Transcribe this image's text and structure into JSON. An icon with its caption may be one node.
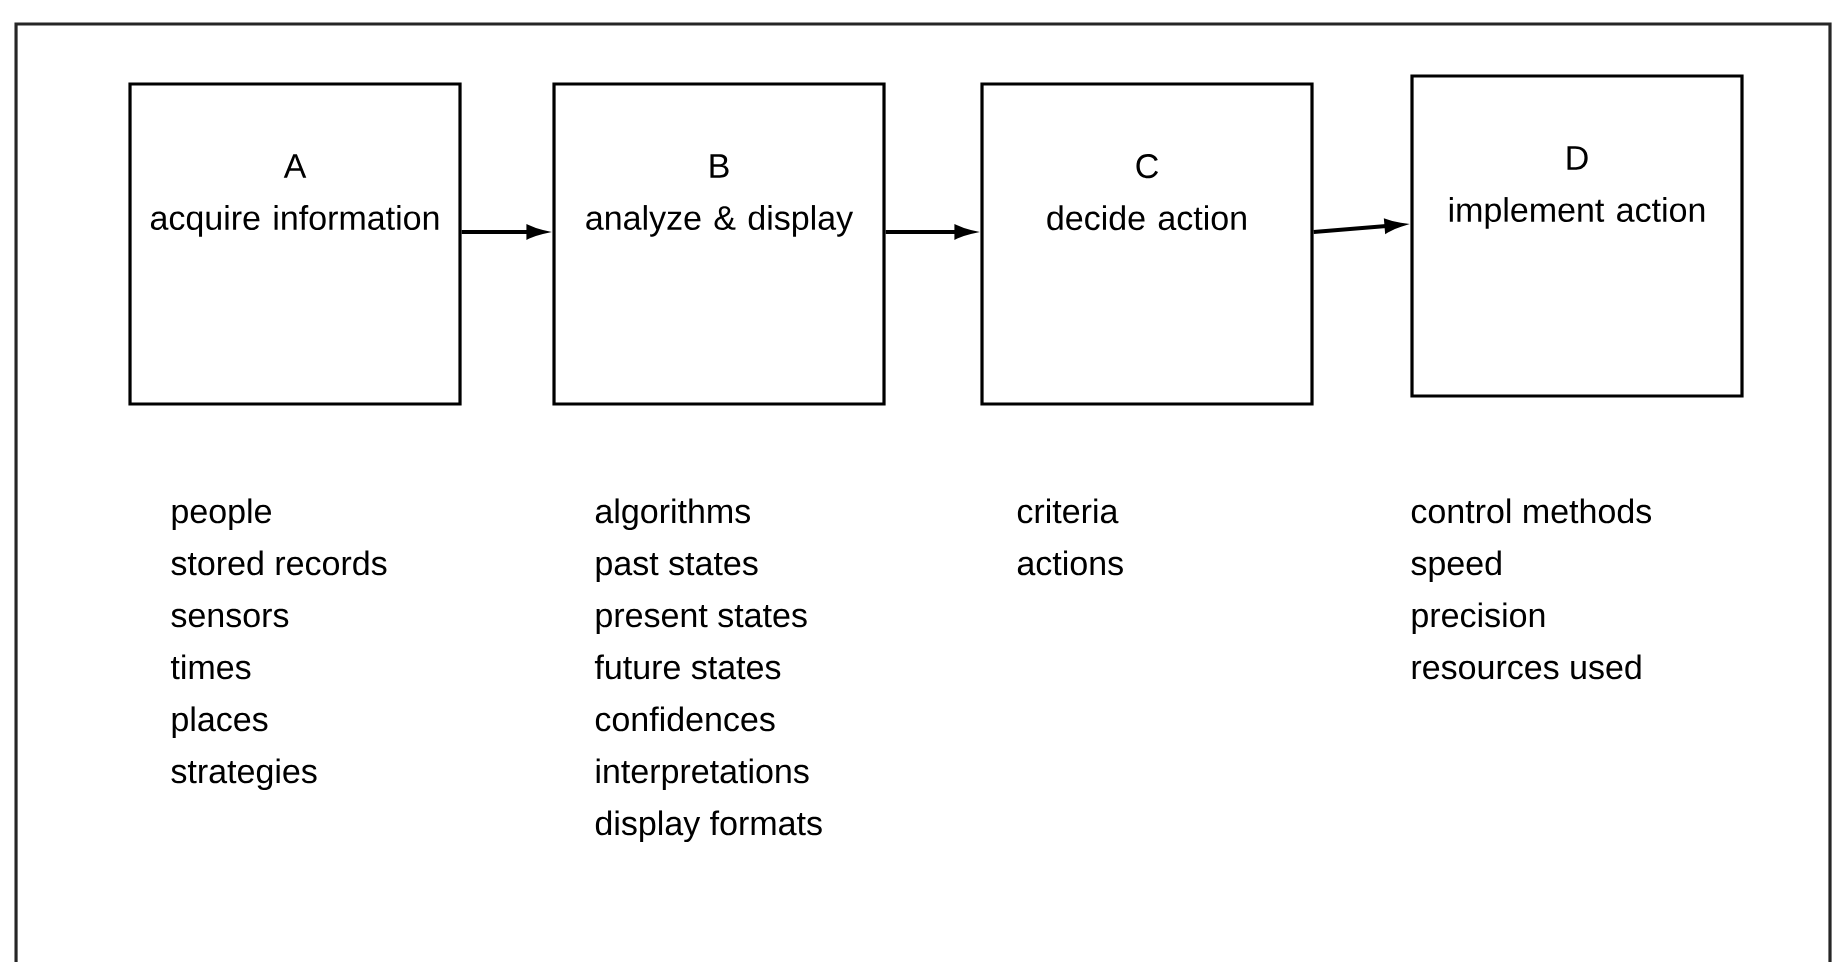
{
  "diagram": {
    "nodes": [
      {
        "text": [
          "A",
          "acquire information"
        ],
        "beside": [
          "people",
          "stored records",
          "sensors",
          "times",
          "places",
          "strategies"
        ]
      },
      {
        "text": [
          "B",
          "analyze & display"
        ],
        "beside": [
          "algorithms",
          "past states",
          "present states",
          "future states",
          "confidences",
          "interpretations",
          "display formats"
        ]
      },
      {
        "text": [
          "C",
          "decide action"
        ],
        "beside": [
          "criteria",
          "actions"
        ]
      },
      {
        "text": [
          "D",
          "implement action"
        ],
        "beside": [
          "control methods",
          "speed",
          "precision",
          "resources used"
        ]
      }
    ],
    "edges": [
      {
        "from": 0,
        "to": 1,
        "arrow": "to"
      },
      {
        "from": 1,
        "to": 2,
        "arrow": "to"
      },
      {
        "from": 2,
        "to": 3,
        "arrow": "to"
      }
    ]
  }
}
